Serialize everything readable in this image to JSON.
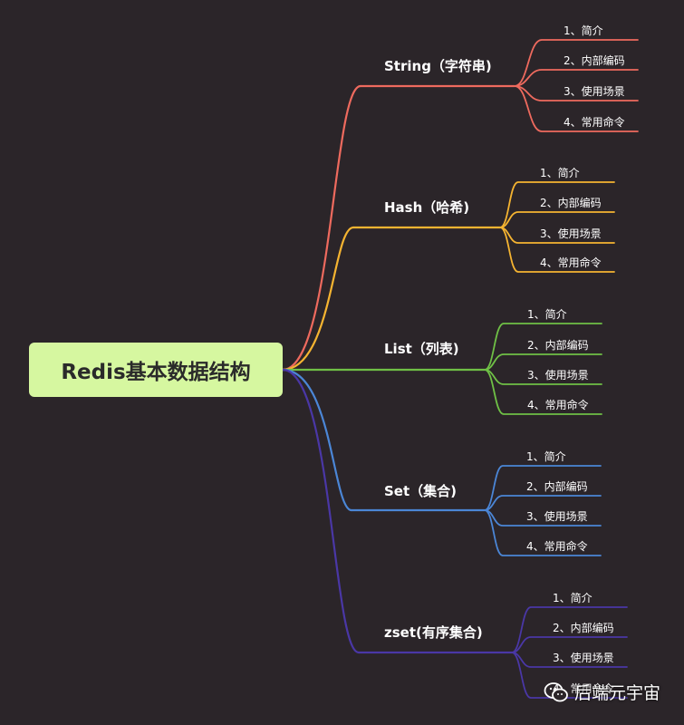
{
  "root": {
    "label": "Redis基本数据结构"
  },
  "branches": [
    {
      "label": "String（字符串)",
      "color": "#ee6a5e",
      "leaves": [
        "1、简介",
        "2、内部编码",
        "3、使用场景",
        "4、常用命令"
      ]
    },
    {
      "label": "Hash（哈希)",
      "color": "#f5b431",
      "leaves": [
        "1、简介",
        "2、内部编码",
        "3、使用场景",
        "4、常用命令"
      ]
    },
    {
      "label": "List（列表)",
      "color": "#6fc046",
      "leaves": [
        "1、简介",
        "2、内部编码",
        "3、使用场景",
        "4、常用命令"
      ]
    },
    {
      "label": "Set（集合)",
      "color": "#4b86d6",
      "leaves": [
        "1、简介",
        "2、内部编码",
        "3、使用场景",
        "4、常用命令"
      ]
    },
    {
      "label": "zset(有序集合)",
      "color": "#4a37a6",
      "leaves": [
        "1、简介",
        "2、内部编码",
        "3、使用场景",
        "4、常用命令"
      ]
    }
  ],
  "watermark": {
    "label": "后端元宇宙",
    "icon": "wechat-icon"
  }
}
